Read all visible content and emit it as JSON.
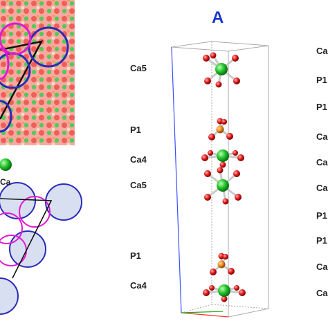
{
  "panel_title": "A",
  "legend_label": "Ca",
  "left_labels": [
    "Ca5",
    "P1",
    "Ca4",
    "Ca5",
    "P1",
    "Ca4"
  ],
  "right_labels": [
    "Ca",
    "P1",
    "P1",
    "Ca",
    "Ca",
    "Ca",
    "P1",
    "P1",
    "Ca",
    "Ca"
  ],
  "colors": {
    "calcium": "#22c22a",
    "oxygen": "#e21b1b",
    "phosphorus": "#ef8a1a",
    "bond": "#c9c9c9",
    "ring_blue": "#2a2bb8",
    "ring_magenta": "#e01ad1",
    "title": "#1a37c9",
    "axis_blue": "#3a4fff",
    "axis_red": "#ff2a2a",
    "axis_green": "#1aaa1a"
  }
}
